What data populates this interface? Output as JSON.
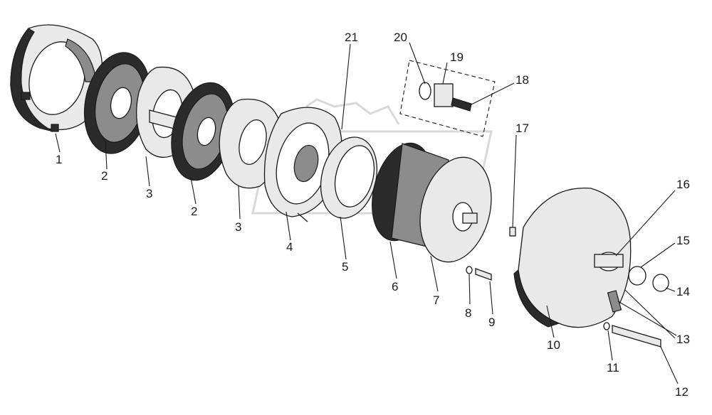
{
  "diagram": {
    "callouts": [
      {
        "id": "c1",
        "text": "1"
      },
      {
        "id": "c2a",
        "text": "2"
      },
      {
        "id": "c3a",
        "text": "3"
      },
      {
        "id": "c2b",
        "text": "2"
      },
      {
        "id": "c3b",
        "text": "3"
      },
      {
        "id": "c4",
        "text": "4"
      },
      {
        "id": "c5",
        "text": "5"
      },
      {
        "id": "c6",
        "text": "6"
      },
      {
        "id": "c7",
        "text": "7"
      },
      {
        "id": "c8",
        "text": "8"
      },
      {
        "id": "c9",
        "text": "9"
      },
      {
        "id": "c10",
        "text": "10"
      },
      {
        "id": "c11",
        "text": "11"
      },
      {
        "id": "c12",
        "text": "12"
      },
      {
        "id": "c13",
        "text": "13"
      },
      {
        "id": "c14",
        "text": "14"
      },
      {
        "id": "c15",
        "text": "15"
      },
      {
        "id": "c16",
        "text": "16"
      },
      {
        "id": "c17",
        "text": "17"
      },
      {
        "id": "c18",
        "text": "18"
      },
      {
        "id": "c19",
        "text": "19"
      },
      {
        "id": "c20",
        "text": "20"
      },
      {
        "id": "c21",
        "text": "21"
      }
    ]
  }
}
